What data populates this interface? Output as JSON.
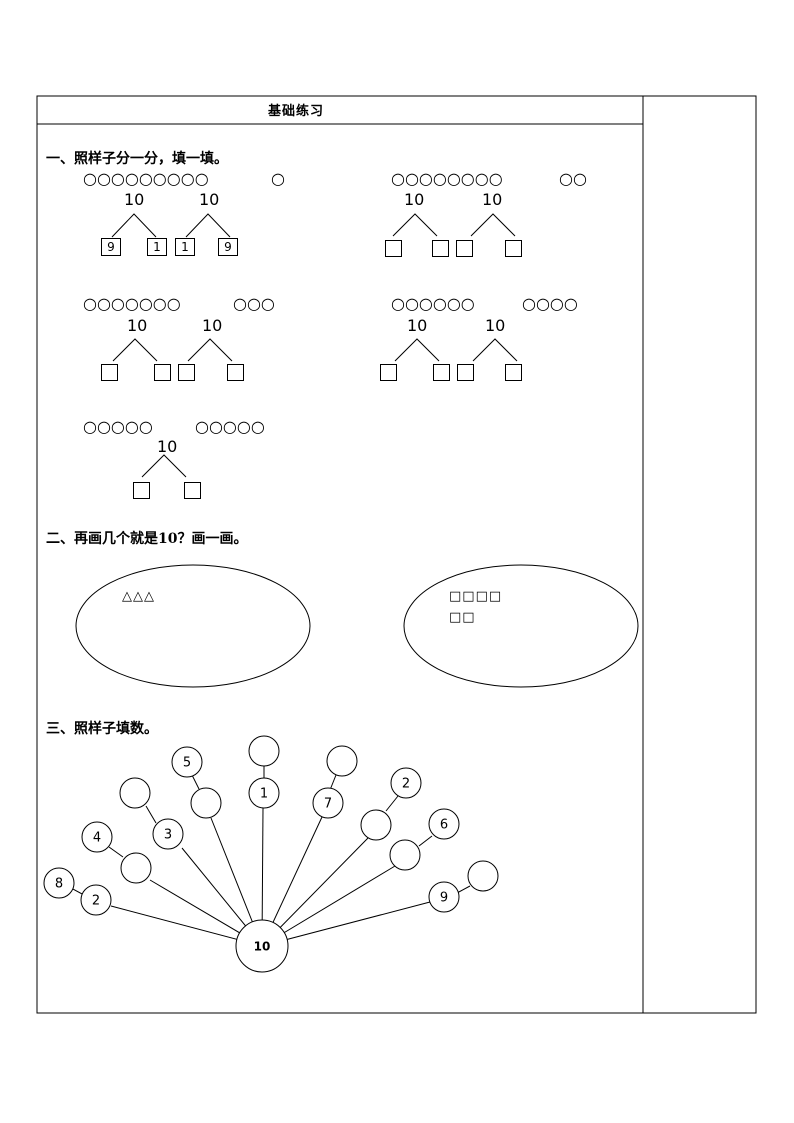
{
  "header": {
    "title": "基础练习"
  },
  "section1": {
    "heading": "一、照样子分一分，填一填。",
    "groups": [
      {
        "left": "○○○○○○○○○",
        "right": "○",
        "ten_a": "10",
        "ten_b": "10",
        "a_left": "9",
        "a_right": "1",
        "b_left": "1",
        "b_right": "9"
      },
      {
        "left": "○○○○○○○○",
        "right": "○○",
        "ten_a": "10",
        "ten_b": "10"
      },
      {
        "left": "○○○○○○○",
        "right": "○○○",
        "ten_a": "10",
        "ten_b": "10"
      },
      {
        "left": "○○○○○○",
        "right": "○○○○",
        "ten_a": "10",
        "ten_b": "10"
      },
      {
        "left": "○○○○○",
        "right": "○○○○○",
        "ten": "10"
      }
    ]
  },
  "section2": {
    "heading": "二、再画几个就是10？画一画。",
    "ellipse_left": {
      "shapes": "△△△"
    },
    "ellipse_right": {
      "line1": "□□□□",
      "line2": "□□"
    }
  },
  "section3": {
    "heading": "三、照样子填数。",
    "center": "10",
    "spokes": [
      {
        "inner": "2",
        "outer": "8"
      },
      {
        "inner": "",
        "outer": "4"
      },
      {
        "inner": "3",
        "outer": ""
      },
      {
        "inner": "",
        "outer": "5"
      },
      {
        "inner": "1",
        "outer": ""
      },
      {
        "inner": "7",
        "outer": ""
      },
      {
        "inner": "",
        "outer": "2"
      },
      {
        "inner": "",
        "outer": "6"
      },
      {
        "inner": "9",
        "outer": ""
      }
    ]
  }
}
